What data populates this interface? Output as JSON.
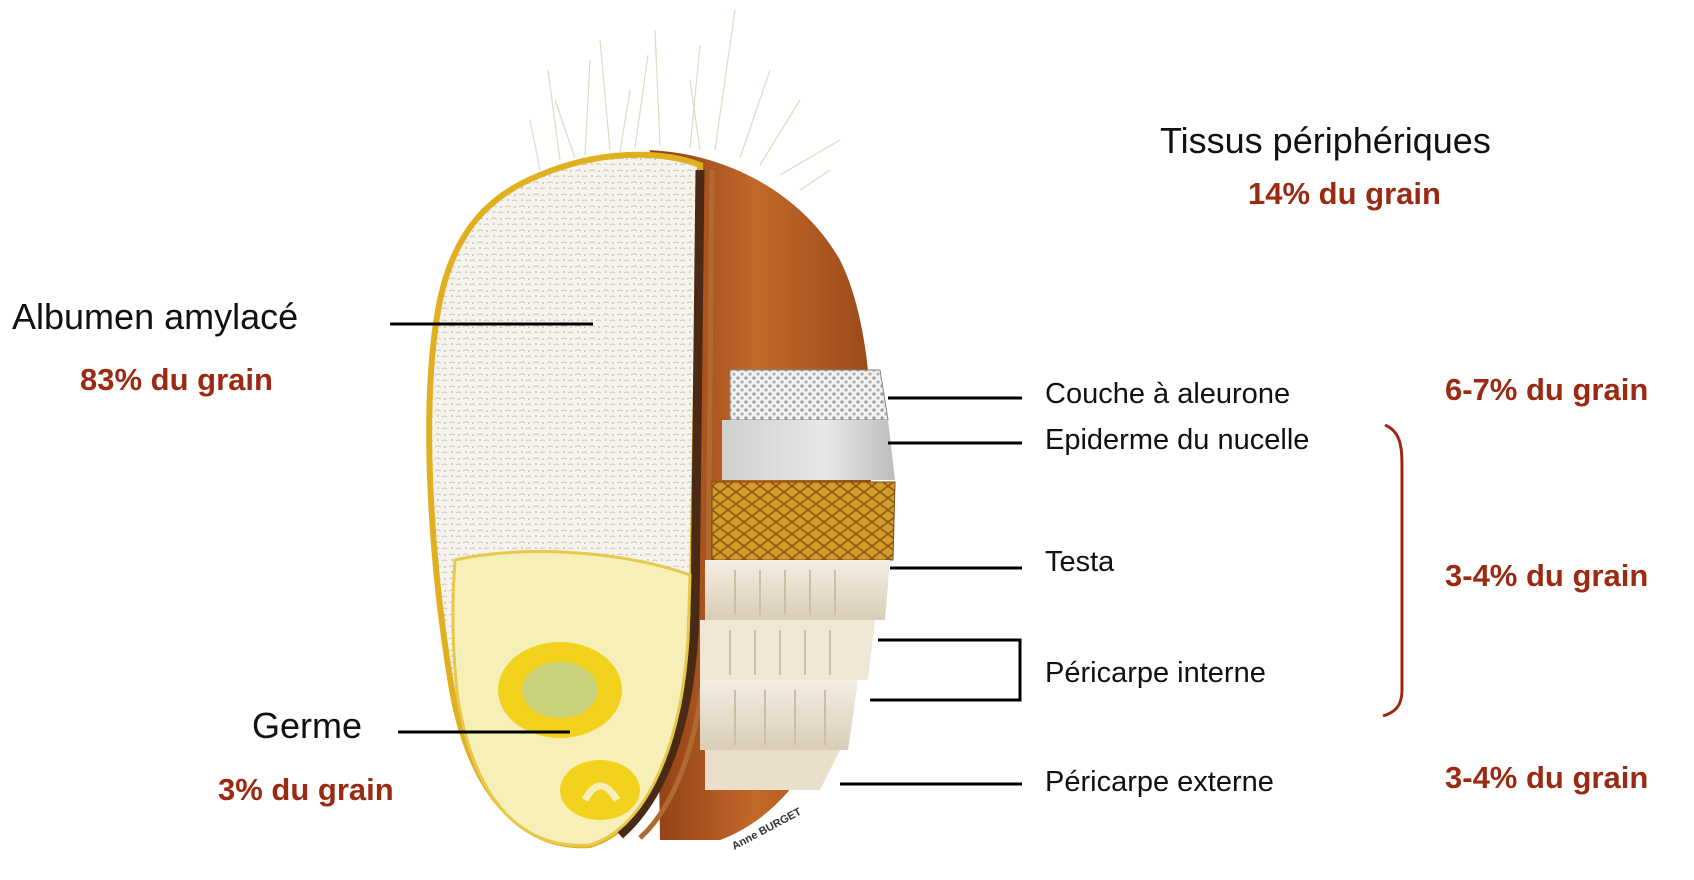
{
  "peripheral": {
    "title": "Tissus périphériques",
    "share": "14% du grain"
  },
  "albumen": {
    "label": "Albumen amylacé",
    "share": "83% du grain"
  },
  "germ": {
    "label": "Germe",
    "share": "3% du grain"
  },
  "layers": {
    "aleurone": {
      "label": "Couche à aleurone",
      "share": "6-7% du grain"
    },
    "nucellus": {
      "label": "Epiderme du nucelle"
    },
    "testa": {
      "label": "Testa"
    },
    "inner_pericarp": {
      "label": "Péricarpe interne"
    },
    "outer_pericarp": {
      "label": "Péricarpe externe",
      "share": "3-4% du grain"
    },
    "group_share": "3-4% du grain"
  },
  "signature": "Anne BURGET",
  "colors": {
    "accent": "#9b2a12",
    "bran": "#b55a1e",
    "albumen": "#f4f1e8",
    "germ": "#f2d21c"
  }
}
